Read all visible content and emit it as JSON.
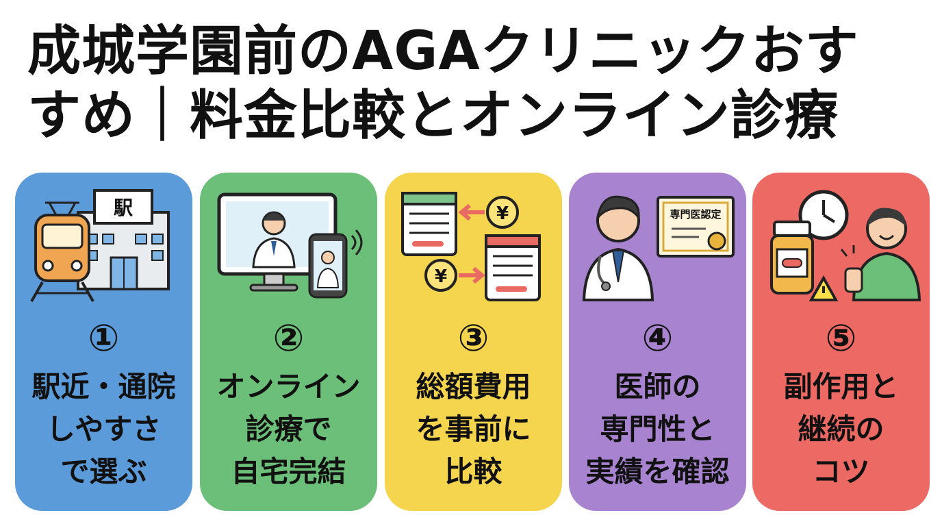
{
  "title": {
    "line1": "成城学園前のAGAクリニックおす",
    "line2": "すめ｜料金比較とオンライン診療"
  },
  "cards": [
    {
      "number": "①",
      "lines": [
        "駅近・通院",
        "しやすさ",
        "で選ぶ"
      ],
      "color": "#5b9bd9",
      "icons": [
        "train-icon",
        "station-building-icon"
      ],
      "sign": "駅"
    },
    {
      "number": "②",
      "lines": [
        "オンライン",
        "診療で",
        "自宅完結"
      ],
      "color": "#6bbf78",
      "icons": [
        "monitor-doctor-icon",
        "smartphone-doctor-icon"
      ]
    },
    {
      "number": "③",
      "lines": [
        "総額費用",
        "を事前に",
        "比較"
      ],
      "color": "#f6d54e",
      "icons": [
        "price-sheet-icon",
        "yen-coin-icon"
      ],
      "yen": "¥"
    },
    {
      "number": "④",
      "lines": [
        "医師の",
        "専門性と",
        "実績を確認"
      ],
      "color": "#a783d0",
      "icons": [
        "doctor-icon",
        "certificate-icon"
      ],
      "certificate": "専門医認定"
    },
    {
      "number": "⑤",
      "lines": [
        "副作用と",
        "継続の",
        "コツ"
      ],
      "color": "#ec6a63",
      "icons": [
        "clock-icon",
        "medicine-bottle-icon",
        "warning-icon",
        "thumbs-up-person-icon"
      ]
    }
  ]
}
